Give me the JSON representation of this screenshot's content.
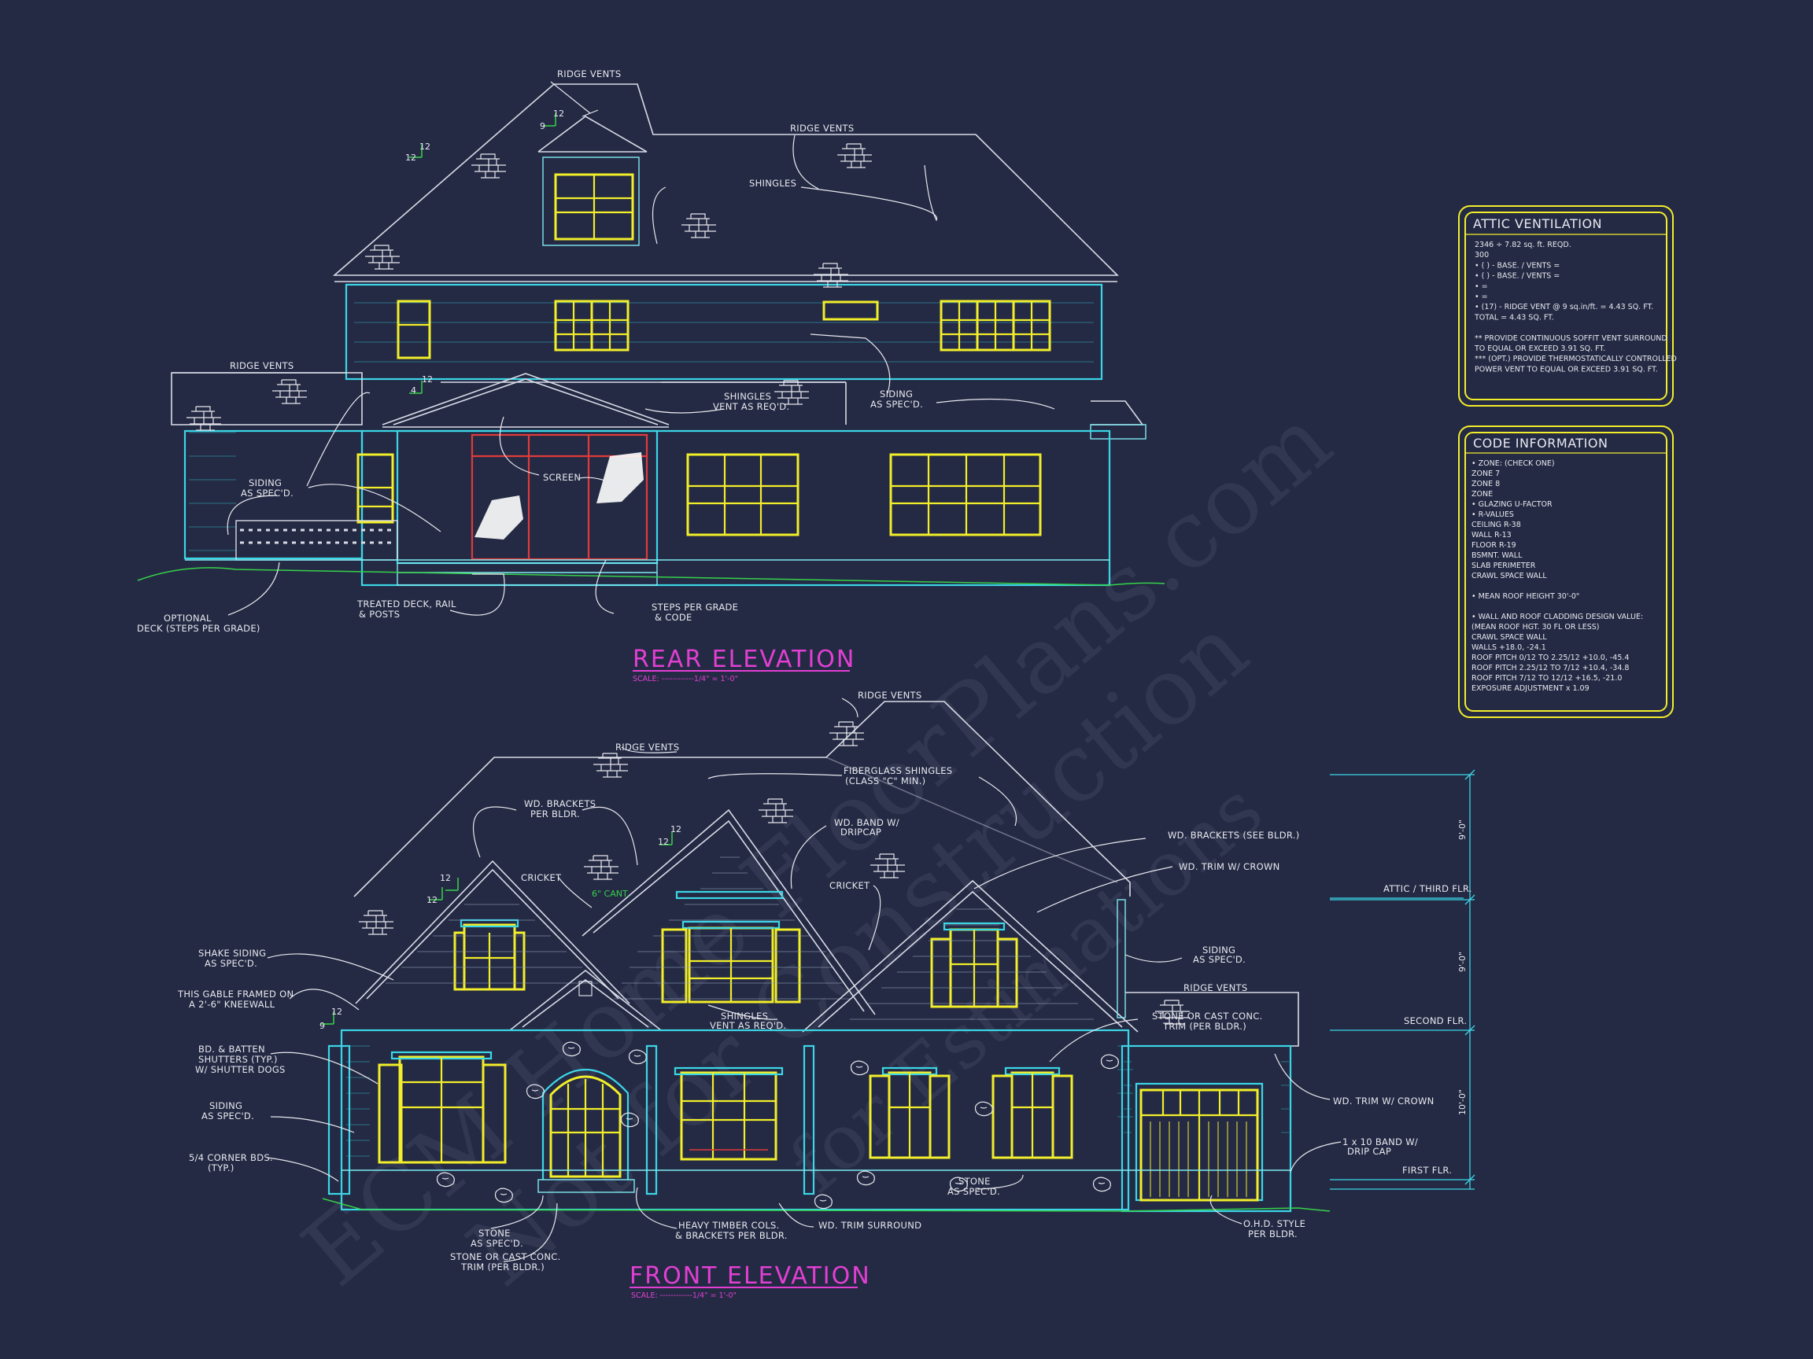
{
  "rear": {
    "labels": {
      "ridge_vents_top": "RIDGE VENTS",
      "ridge_vents_right": "RIDGE VENTS",
      "ridge_vents_left": "RIDGE VENTS",
      "shingles": "SHINGLES",
      "shingles_vent": "SHINGLES",
      "vent_as_reqd": "VENT AS REQ'D.",
      "siding_right_1": "SIDING",
      "siding_right_2": "AS SPEC'D.",
      "siding_left_1": "SIDING",
      "siding_left_2": "AS SPEC'D.",
      "screen": "SCREEN",
      "optional_1": "OPTIONAL",
      "optional_2": "DECK (STEPS PER GRADE)",
      "deck_1": "TREATED DECK, RAIL",
      "deck_2": "& POSTS",
      "steps_1": "STEPS PER GRADE",
      "steps_2": "& CODE",
      "pitch_12a": "12",
      "pitch_12b": "12",
      "pitch_9": "9",
      "pitch_12c": "12",
      "pitch_12d": "12",
      "pitch_4": "4"
    },
    "title": "REAR ELEVATION",
    "scale": "SCALE: ------------1/4\" = 1'-0\""
  },
  "front": {
    "labels": {
      "ridge_vents_top": "RIDGE VENTS",
      "ridge_vents_mid": "RIDGE VENTS",
      "ridge_vents_right": "RIDGE VENTS",
      "fiberglass_1": "FIBERGLASS SHINGLES",
      "fiberglass_2": "(CLASS \"C\" MIN.)",
      "brackets_left_1": "WD. BRACKETS",
      "brackets_left_2": "PER BLDR.",
      "band_1": "WD. BAND W/",
      "band_2": "DRIPCAP",
      "brackets_right": "WD. BRACKETS (SEE BLDR.)",
      "trim_crown": "WD. TRIM W/ CROWN",
      "cricket_left": "CRICKET",
      "cant": "6\" CANT.",
      "cricket_right": "CRICKET",
      "shake_1": "SHAKE SIDING",
      "shake_2": "AS SPEC'D.",
      "gable_1": "THIS GABLE FRAMED ON",
      "gable_2": "A 2'-6\" KNEEWALL",
      "shingles": "SHINGLES",
      "vent_as_reqd": "VENT AS REQ'D.",
      "siding_r_1": "SIDING",
      "siding_r_2": "AS SPEC'D.",
      "stone_cast_r_1": "STONE OR CAST CONC.",
      "stone_cast_r_2": "TRIM (PER BLDR.)",
      "shutters_1": "BD. & BATTEN",
      "shutters_2": "SHUTTERS (TYP.)",
      "shutters_3": "W/ SHUTTER DOGS",
      "siding_l_1": "SIDING",
      "siding_l_2": "AS SPEC'D.",
      "corner_1": "5/4 CORNER BDS.",
      "corner_2": "(TYP.)",
      "trim_crown_garage": "WD. TRIM W/ CROWN",
      "band_drip_1": "1 x 10 BAND W/",
      "band_drip_2": "DRIP CAP",
      "stone_mid_1": "STONE",
      "stone_mid_2": "AS SPEC'D.",
      "stone_l_1": "STONE",
      "stone_l_2": "AS SPEC'D.",
      "stone_cast_l_1": "STONE OR CAST CONC.",
      "stone_cast_l_2": "TRIM (PER BLDR.)",
      "timber_1": "HEAVY TIMBER COLS.",
      "timber_2": "& BRACKETS PER BLDR.",
      "trim_surround": "WD. TRIM SURROUND",
      "ohd_1": "O.H.D. STYLE",
      "ohd_2": "PER BLDR.",
      "pitch_12a": "12",
      "pitch_12b": "12",
      "pitch_12c": "12",
      "pitch_12d": "12",
      "pitch_12e": "12",
      "pitch_9": "9"
    },
    "levels": {
      "attic": "ATTIC / THIRD FLR.",
      "second": "SECOND FLR.",
      "first": "FIRST FLR."
    },
    "dims": {
      "d1": "9'-0\"",
      "d2": "9'-0\"",
      "d3": "10'-0\""
    },
    "title": "FRONT ELEVATION",
    "scale": "SCALE: ------------1/4\" = 1'-0\""
  },
  "attic_box": {
    "heading": "ATTIC VENTILATION",
    "lines": [
      "2346 ÷ 7.82 sq. ft. REQD.",
      "300",
      "• (  ) -          BASE.    /    VENTS   =",
      "• (  ) -          BASE.    /    VENTS   =",
      "•                                               =",
      "•                                               =",
      "• (17) - RIDGE VENT @ 9 sq.in/ft.  = 4.43 SQ. FT.",
      "                                  TOTAL       = 4.43 SQ. FT.",
      "",
      "** PROVIDE CONTINUOUS SOFFIT VENT SURROUND",
      "    TO EQUAL OR EXCEED  3.91 SQ. FT.",
      "*** (OPT.) PROVIDE THERMOSTATICALLY CONTROLLED",
      "     POWER VENT TO EQUAL OR EXCEED  3.91 SQ. FT."
    ]
  },
  "code_box": {
    "heading": "CODE INFORMATION",
    "lines": [
      "• ZONE: (CHECK ONE)",
      "        ZONE 7",
      "        ZONE 8",
      "        ZONE",
      "• GLAZING U-FACTOR",
      "• R-VALUES",
      "      CEILING              R-38",
      "      WALL                 R-13",
      "      FLOOR                R-19",
      "      BSMNT. WALL",
      "      SLAB PERIMETER",
      "      CRAWL SPACE WALL",
      "",
      "• MEAN ROOF HEIGHT   30'-0\"",
      "",
      "• WALL AND ROOF CLADDING DESIGN VALUE:",
      "   (MEAN ROOF HGT. 30 FL OR LESS)",
      "        CRAWL SPACE WALL",
      "        WALLS                     +18.0, -24.1",
      "        ROOF PITCH 0/12 TO 2.25/12   +10.0, -45.4",
      "        ROOF PITCH 2.25/12 TO 7/12   +10.4, -34.8",
      "        ROOF PITCH 7/12 TO 12/12     +16.5, -21.0",
      "        EXPOSURE ADJUSTMENT       x 1.09"
    ]
  },
  "watermark": {
    "line1": "ECM Home FloorPlans.com",
    "line2": "Not for Construction",
    "line3": "for Estimations"
  },
  "colors": {
    "background": "#242a44",
    "walls": "#3bd6e6",
    "windows": "#f2ee2a",
    "titles": "#e23fd2",
    "ground": "#36d24a",
    "screen_frame": "#e23a3a"
  }
}
